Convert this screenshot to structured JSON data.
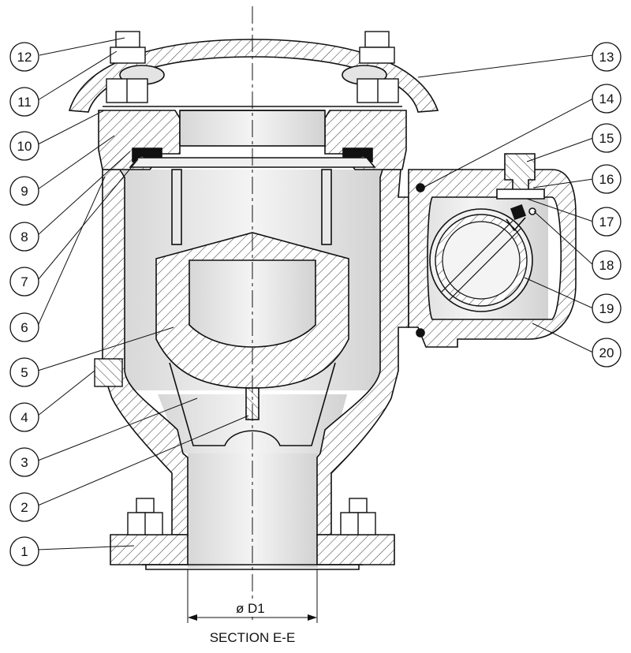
{
  "drawing": {
    "caption": "SECTION E-E",
    "dimension_symbol": "ø",
    "dimension_text": "D1"
  },
  "callouts": [
    "1",
    "2",
    "3",
    "4",
    "5",
    "6",
    "7",
    "8",
    "9",
    "10",
    "11",
    "12",
    "13",
    "14",
    "15",
    "16",
    "17",
    "18",
    "19",
    "20"
  ]
}
